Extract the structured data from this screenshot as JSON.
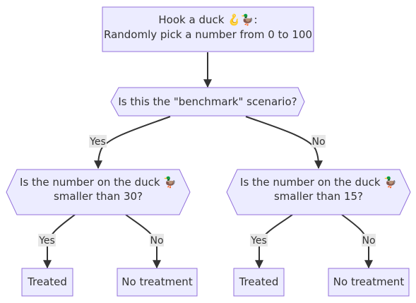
{
  "nodes": {
    "hook": {
      "line1": "Hook a duck 🪝🦆:",
      "line2": "Randomly pick a number from 0 to 100"
    },
    "benchmark": {
      "label": "Is this the \"benchmark\" scenario?"
    },
    "left_decision": {
      "line1": "Is the number on the duck 🦆",
      "line2": "smaller than 30?"
    },
    "right_decision": {
      "line1": "Is the number on the duck 🦆",
      "line2": "smaller than 15?"
    },
    "left_treated": {
      "label": "Treated"
    },
    "left_no_treatment": {
      "label": "No treatment"
    },
    "right_treated": {
      "label": "Treated"
    },
    "right_no_treatment": {
      "label": "No treatment"
    }
  },
  "edges": {
    "benchmark_yes": "Yes",
    "benchmark_no": "No",
    "left_yes": "Yes",
    "left_no": "No",
    "right_yes": "Yes",
    "right_no": "No"
  },
  "colors": {
    "node_fill": "#ECECFF",
    "node_stroke": "#9370DB",
    "edge": "#333333",
    "label_bg": "#e8e8e8",
    "text": "#333333"
  }
}
